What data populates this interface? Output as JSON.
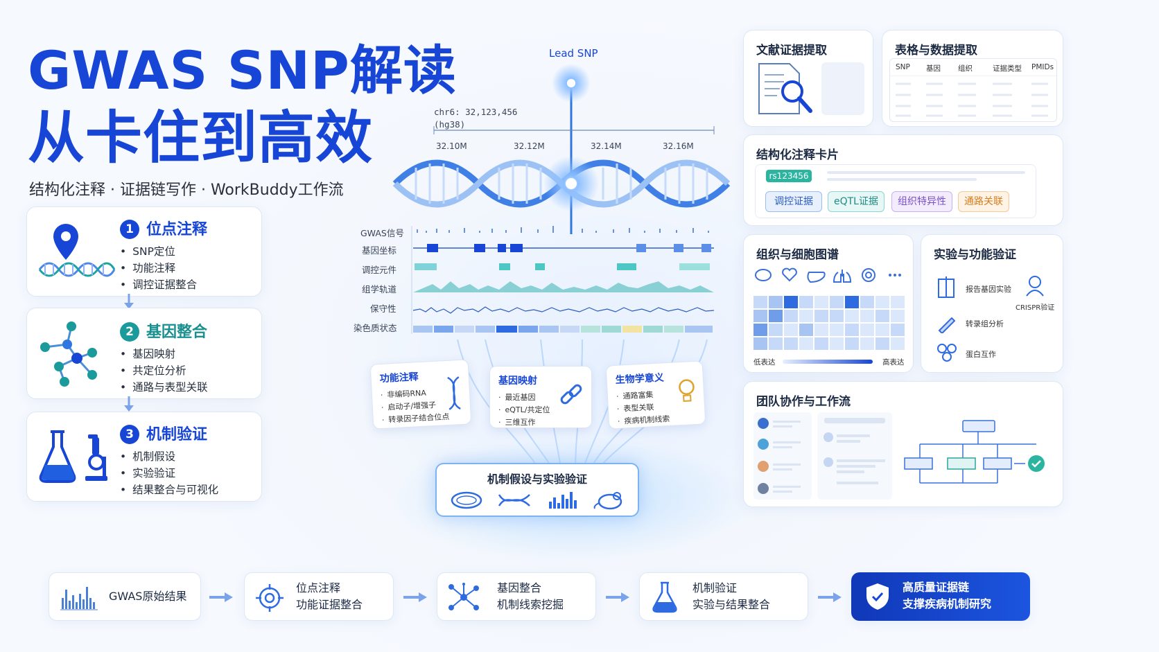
{
  "title": {
    "line1": "GWAS SNP解读",
    "line2": "从卡住到高效",
    "subtitle": "结构化注释 · 证据链写作 · WorkBuddy工作流"
  },
  "steps": [
    {
      "num": "1",
      "title": "位点注释",
      "items": [
        "SNP定位",
        "功能注释",
        "调控证据整合"
      ],
      "icon": "location-dna-icon"
    },
    {
      "num": "2",
      "title": "基因整合",
      "items": [
        "基因映射",
        "共定位分析",
        "通路与表型关联"
      ],
      "icon": "network-icon"
    },
    {
      "num": "3",
      "title": "机制验证",
      "items": [
        "机制假设",
        "实验验证",
        "结果整合与可视化"
      ],
      "icon": "flask-microscope-icon"
    }
  ],
  "browser": {
    "lead_snp": "Lead SNP",
    "locus": "chr6: 32,123,456",
    "build": "(hg38)",
    "ticks": [
      "32.10M",
      "32.12M",
      "32.14M",
      "32.16M"
    ],
    "tracks": [
      "GWAS信号",
      "基因坐标",
      "调控元件",
      "组学轨道",
      "保守性",
      "染色质状态"
    ]
  },
  "mini_cards": [
    {
      "title": "功能注释",
      "items": [
        "非编码RNA",
        "启动子/增强子",
        "转录因子结合位点"
      ],
      "icon": "dna-icon"
    },
    {
      "title": "基因映射",
      "items": [
        "最近基因",
        "eQTL/共定位",
        "三维互作"
      ],
      "icon": "link-icon"
    },
    {
      "title": "生物学意义",
      "items": [
        "通路富集",
        "表型关联",
        "疾病机制线索"
      ],
      "icon": "lightbulb-icon"
    }
  ],
  "hub": {
    "title": "机制假设与实验验证",
    "icons": [
      "petri-dish-icon",
      "dna-icon",
      "bar-chart-icon",
      "mouse-icon"
    ]
  },
  "lit_card": {
    "title": "文献证据提取"
  },
  "table_card": {
    "title": "表格与数据提取",
    "headers": [
      "SNP",
      "基因",
      "组织",
      "证据类型",
      "PMIDs"
    ]
  },
  "annot_card": {
    "title": "结构化注释卡片",
    "rsid": "rs123456",
    "tags": [
      "调控证据",
      "eQTL证据",
      "组织特异性",
      "通路关联"
    ]
  },
  "tissue_card": {
    "title": "组织与细胞图谱",
    "low": "低表达",
    "high": "高表达",
    "organs": [
      "brain-icon",
      "heart-icon",
      "liver-icon",
      "lung-icon",
      "cell-icon",
      "more-icon"
    ]
  },
  "exp_card": {
    "title": "实验与功能验证",
    "items": [
      "报告基因实验",
      "CRISPR验证",
      "转录组分析",
      "蛋白互作"
    ]
  },
  "team_card": {
    "title": "团队协作与工作流"
  },
  "flow": [
    {
      "l1": "GWAS原始结果",
      "l2": ""
    },
    {
      "l1": "位点注释",
      "l2": "功能证据整合"
    },
    {
      "l1": "基因整合",
      "l2": "机制线索挖掘"
    },
    {
      "l1": "机制验证",
      "l2": "实验与结果整合"
    },
    {
      "l1": "高质量证据链",
      "l2": "支撑疾病机制研究"
    }
  ],
  "colors": {
    "primary": "#1746d6",
    "teal": "#1a9a9a",
    "dark_cta": "#1038b8"
  }
}
